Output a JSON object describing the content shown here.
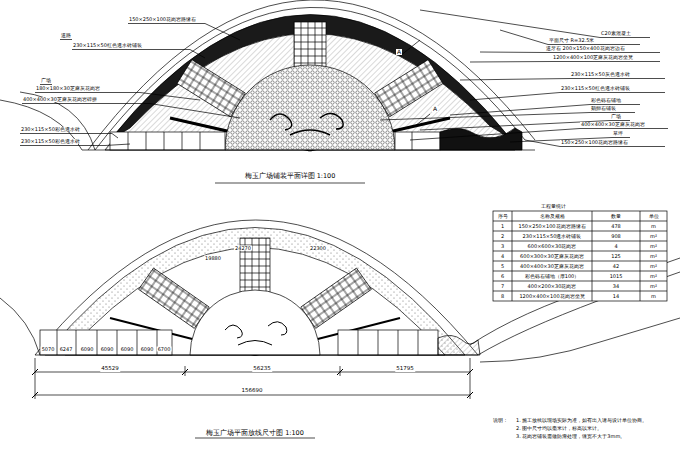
{
  "diagram": {
    "labels": [
      "梅玉广场铺装平面详图 1:100",
      "150×250×100花岗岩路缘石",
      "道路",
      "230×115×50红色透水砖铺装",
      "广场",
      "180×180×30芝麻灰花岗岩",
      "400×400×30芝麻灰花岗岩碎拼",
      "230×115×50彩色透水砖",
      "230×115×50彩色透水砖",
      "C20素混凝土",
      "平面尺寸 R=32.5米",
      "道牙石 200×150×400花岗岩边石",
      "1200×400×100芝麻灰花岗岩坐凳",
      "230×115×50灰色透水砖",
      "230×115×50红色透水砖铺装",
      "彩色砾石铺地",
      "鹅卵石铺装",
      "广场",
      "400×400×30芝麻灰花岗岩",
      "草坪",
      "150×250×100花岗岩路缘石",
      "A",
      "A",
      "19880",
      "24270",
      "22300",
      "5070",
      "6247",
      "6090",
      "6090",
      "6090",
      "6090",
      "6700",
      "45529",
      "56235",
      "51795",
      "156690",
      "梅玉广场平面放线尺寸图 1:100",
      "工程量统计",
      "说明：",
      "1. 施工放线以现场实际为准，如有出入请与设计单位协商。",
      "2. 图中尺寸均以毫米计，标高以米计。",
      "3. 花岗岩铺装需做防滑处理，缝宽不大于3mm。",
      "序号",
      "名称及规格",
      "数量",
      "单位",
      "1",
      "150×250×100花岗岩路缘石",
      "478",
      "m",
      "2",
      "230×115×50透水砖铺装",
      "908",
      "m²",
      "3",
      "600×600×30花岗岩",
      "4",
      "m²",
      "4",
      "600×300×30芝麻灰花岗岩",
      "125",
      "m²",
      "5",
      "400×400×30芝麻灰花岗岩",
      "42",
      "m²",
      "6",
      "彩色砾石铺地（厚100）",
      "1015",
      "m²",
      "7",
      "400×200×30花岗岩",
      "34",
      "m²",
      "8",
      "1200×400×100花岗岩坐凳",
      "14",
      "m"
    ]
  }
}
